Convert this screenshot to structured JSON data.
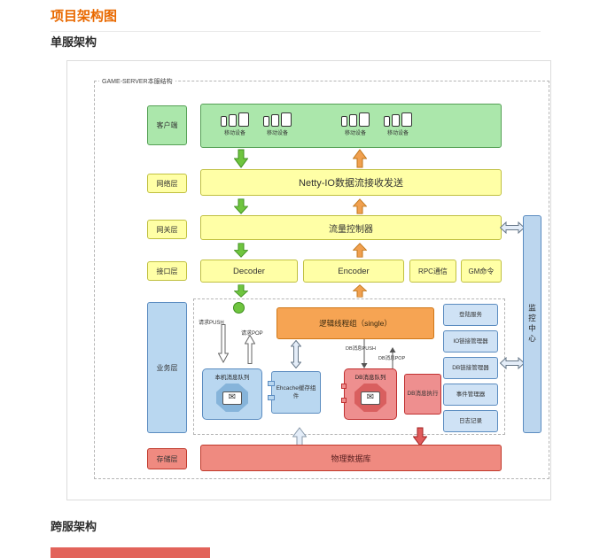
{
  "page": {
    "heading": "项目架构图",
    "section_single": "单服架构",
    "section_cross": "跨服架构"
  },
  "icons": {
    "envelope": "✉"
  },
  "colors": {
    "heading": "#e96900",
    "client_green": "#abe7ab",
    "layer_yellow": "#ffffa6",
    "business_blue": "#b9d7f0",
    "logic_orange": "#f6a453",
    "storage_red": "#ef8a80"
  },
  "diagram": {
    "title": "GAME-SERVER本服结构",
    "client": {
      "label": "客户端",
      "groups": [
        "移动设备",
        "移动设备",
        "移动设备",
        "移动设备"
      ]
    },
    "network": {
      "label": "网络层",
      "box": "Netty-IO数据流接收发送"
    },
    "gateway": {
      "label": "网关层",
      "box": "流量控制器"
    },
    "interface": {
      "label": "接口层",
      "boxes": [
        "Decoder",
        "Encoder",
        "RPC通信",
        "GM命令"
      ]
    },
    "business": {
      "label": "业务层",
      "request_push": "请求PUSH",
      "request_pop": "请求POP",
      "logic_thread": "逻辑线程组（single）",
      "db_push": "DB消息PUSH",
      "db_pop": "DB消息POP",
      "local_queue": "本机消息队列",
      "ehcache": "Ehcache缓存组件",
      "db_queue": "DB消息队列",
      "db_exec": "DB消息执行",
      "services": [
        "登陆服务",
        "IO链接管理器",
        "DB链接管理器",
        "事件管理器",
        "日志记录"
      ]
    },
    "storage": {
      "label": "存储层",
      "box": "物理数据库"
    },
    "monitor": "监控中心"
  }
}
